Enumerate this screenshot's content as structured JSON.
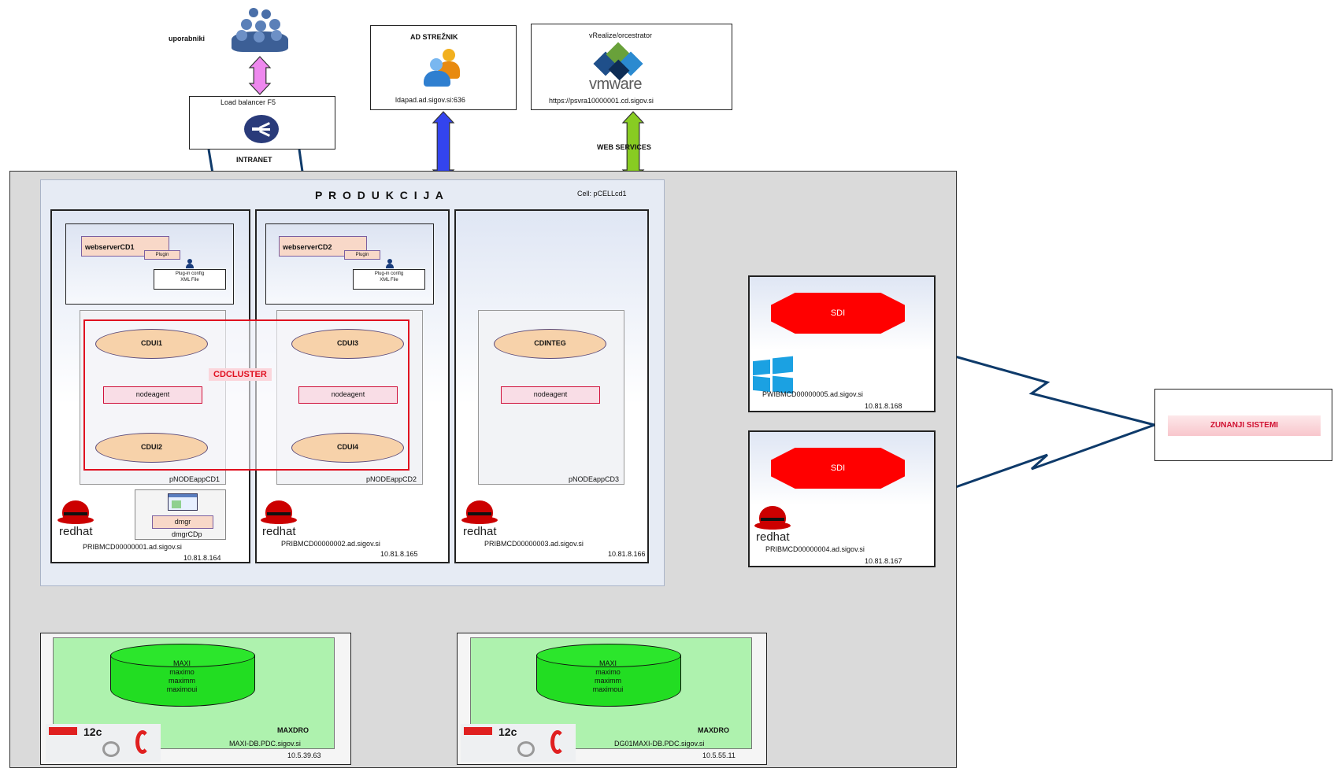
{
  "users": {
    "label": "uporabniki",
    "icon": "users-group-icon"
  },
  "load_balancer": {
    "title": "Load balancer F5",
    "network": "INTRANET",
    "icon": "load-balancer-icon"
  },
  "ad_server": {
    "title": "AD STREŽNIK",
    "address": "ldapad.ad.sigov.si:636",
    "icon": "ad-users-icon"
  },
  "vrealize": {
    "title": "vRealize/orcestrator",
    "logo": "vmware",
    "url": "https://psvra10000001.cd.sigov.si",
    "link_label": "WEB SERVICES"
  },
  "production": {
    "title": "P R O D U K C I J A",
    "cell": "Cell: pCELLcd1"
  },
  "webservers": [
    {
      "name": "webserverCD1",
      "plugin": "Plugin",
      "config_line1": "Plug-in config",
      "config_line2": "XML File"
    },
    {
      "name": "webserverCD2",
      "plugin": "Plugin",
      "config_line1": "Plug-in config",
      "config_line2": "XML File"
    }
  ],
  "cluster": {
    "name": "CDCLUSTER",
    "members": [
      "CDUI1",
      "CDUI3",
      "CDUI2",
      "CDUI4"
    ],
    "integration": "CDINTEG",
    "agent_label": "nodeagent"
  },
  "node_groups": [
    "pNODEappCD1",
    "pNODEappCD2",
    "pNODEappCD3"
  ],
  "dmgr": {
    "label": "dmgr",
    "profile": "dmgrCDp",
    "icon": "console-window-icon"
  },
  "hosts": [
    {
      "name": "PRIBMCD00000001.ad.sigov.si",
      "ip": "10.81.8.164",
      "os": "redhat"
    },
    {
      "name": "PRIBMCD00000002.ad.sigov.si",
      "ip": "10.81.8.165",
      "os": "redhat"
    },
    {
      "name": "PRIBMCD00000003.ad.sigov.si",
      "ip": "10.81.8.166",
      "os": "redhat"
    }
  ],
  "sdi_hosts": [
    {
      "label": "SDI",
      "name": "PWIBMCD00000005.ad.sigov.si",
      "ip": "10.81.8.168",
      "os": "windows"
    },
    {
      "label": "SDI",
      "name": "PRIBMCD00000004.ad.sigov.si",
      "ip": "10.81.8.167",
      "os": "redhat"
    }
  ],
  "external": {
    "label": "ZUNANJI SISTEMI"
  },
  "databases": [
    {
      "name": "MAXI",
      "schemas": [
        "maximo",
        "maximm",
        "maximoui"
      ],
      "instance": "MAXDRO",
      "host": "MAXI-DB.PDC.sigov.si",
      "ip": "10.5.39.63",
      "version": "12c"
    },
    {
      "name": "MAXI",
      "schemas": [
        "maximo",
        "maximm",
        "maximoui"
      ],
      "instance": "MAXDRO",
      "host": "DG01MAXI-DB.PDC.sigov.si",
      "ip": "10.5.55.11",
      "version": "12c"
    }
  ],
  "redhat_text": "redhat",
  "colors": {
    "sdi": "#ff0000",
    "cluster_border": "#e01020",
    "db": "#22dd22",
    "arrow_blue": "#3344ee",
    "arrow_green": "#88cc22",
    "arrow_pink": "#ee88ee"
  }
}
